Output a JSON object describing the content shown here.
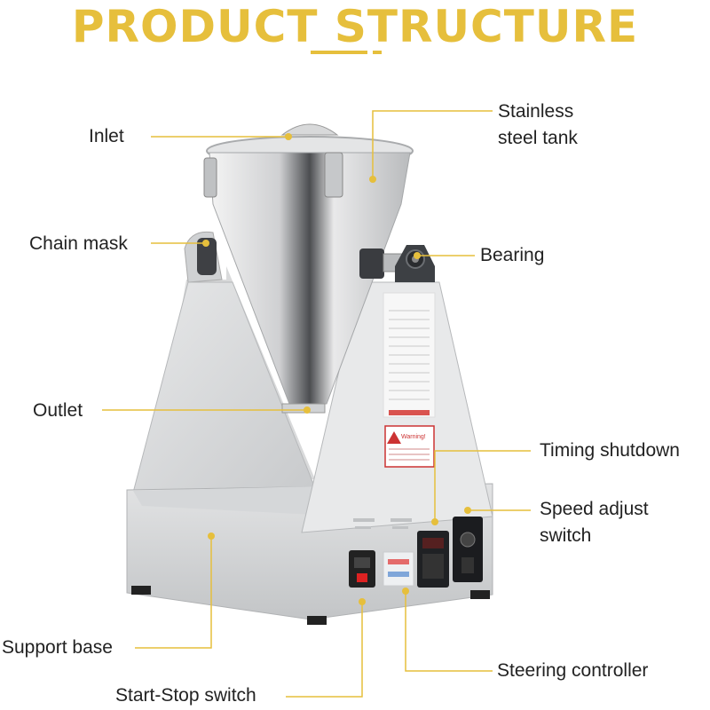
{
  "header": {
    "title": "PRODUCT STRUCTURE"
  },
  "labels": {
    "inlet": "Inlet",
    "tank_line1": "Stainless",
    "tank_line2": "steel tank",
    "chain_mask": "Chain mask",
    "bearing": "Bearing",
    "outlet": "Outlet",
    "timing_shutdown": "Timing shutdown",
    "speed_line1": "Speed adjust",
    "speed_line2": "switch",
    "support_base": "Support base",
    "steering_controller": "Steering controller",
    "start_stop": "Start-Stop switch"
  },
  "machine_text": {
    "warning": "Warning!"
  },
  "colors": {
    "accent": "#e6bf3c",
    "steel": "#c9cbcd",
    "text": "#222222"
  }
}
